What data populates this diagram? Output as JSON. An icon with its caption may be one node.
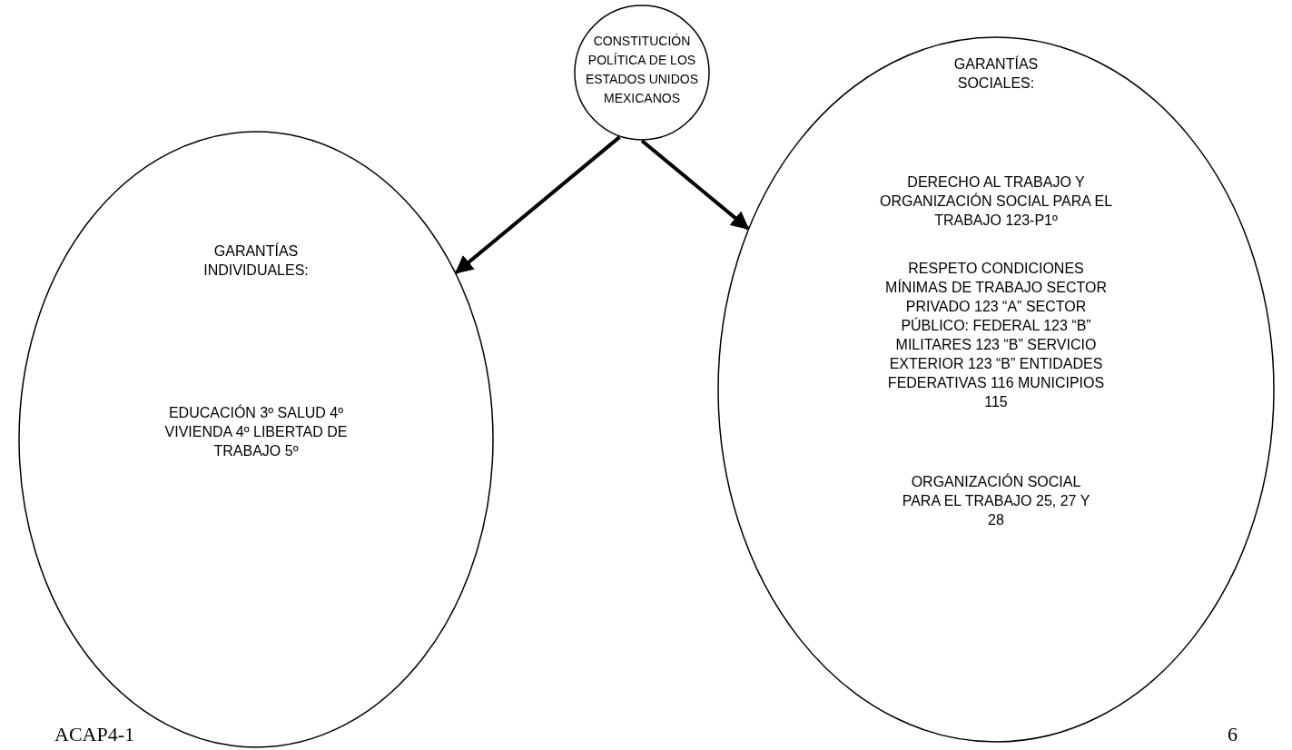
{
  "diagram": {
    "nodes": [
      {
        "text": [
          "CONSTITUCIÓN POLÍTICA DE LOS ESTADOS UNIDOS MEXICANOS"
        ]
      },
      {
        "text": [
          "GARANTÍAS INDIVIDUALES:",
          "EDUCACIÓN 3º SALUD 4º VIVIENDA 4º LIBERTAD DE TRABAJO 5º"
        ]
      },
      {
        "text": [
          "GARANTÍAS SOCIALES:",
          "DERECHO AL TRABAJO Y ORGANIZACIÓN SOCIAL PARA EL TRABAJO 123-P1º",
          "RESPETO CONDICIONES MÍNIMAS DE TRABAJO SECTOR PRIVADO 123 “A” SECTOR PÚBLICO: FEDERAL 123 “B” MILITARES 123 “B” SERVICIO EXTERIOR 123 “B” ENTIDADES FEDERATIVAS 116 MUNICIPIOS 115",
          "ORGANIZACIÓN SOCIAL PARA EL TRABAJO 25, 27 Y 28"
        ]
      }
    ],
    "edges": [
      {
        "from": 0,
        "to": 1,
        "arrow": "to"
      },
      {
        "from": 0,
        "to": 2,
        "arrow": "to"
      }
    ],
    "labels": [
      "ACAP4-1",
      "6"
    ]
  }
}
